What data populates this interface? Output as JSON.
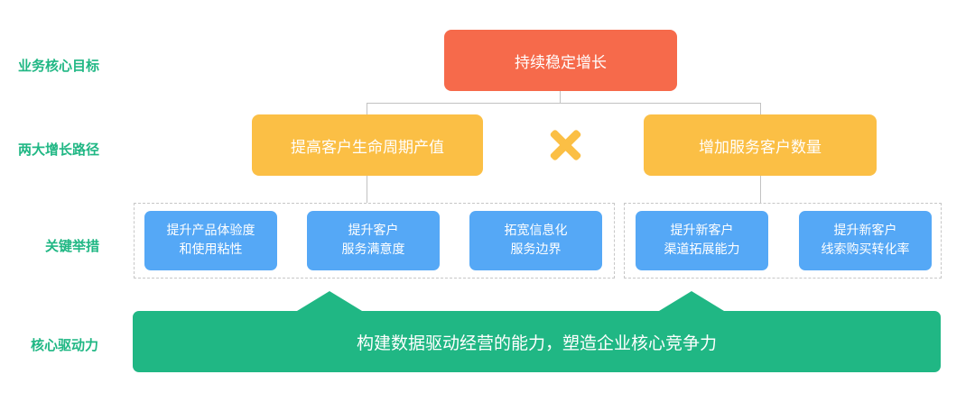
{
  "rows": {
    "goal": "业务核心目标",
    "paths": "两大增长路径",
    "measures": "关键举措",
    "driver": "核心驱动力"
  },
  "goal": "持续稳定增长",
  "paths": {
    "left": "提高客户生命周期产值",
    "right": "增加服务客户数量",
    "operator": "×"
  },
  "measures": [
    {
      "line1": "提升产品体验度",
      "line2": "和使用粘性"
    },
    {
      "line1": "提升客户",
      "line2": "服务满意度"
    },
    {
      "line1": "拓宽信息化",
      "line2": "服务边界"
    },
    {
      "line1": "提升新客户",
      "line2": "渠道拓展能力"
    },
    {
      "line1": "提升新客户",
      "line2": "线索购买转化率"
    }
  ],
  "driver": "构建数据驱动经营的能力，塑造企业核心竞争力",
  "colors": {
    "label": "#20b784",
    "goal": "#f66a4b",
    "path": "#fbbf45",
    "measure": "#55a8f6",
    "driver": "#20b784"
  }
}
